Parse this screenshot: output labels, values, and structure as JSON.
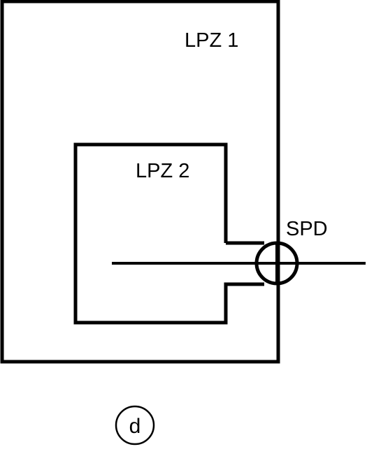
{
  "zones": {
    "outer": {
      "label": "LPZ 1"
    },
    "inner": {
      "label": "LPZ 2"
    }
  },
  "device": {
    "label": "SPD"
  },
  "figure": {
    "label": "d"
  },
  "colors": {
    "stroke": "#000000",
    "background": "#ffffff"
  }
}
